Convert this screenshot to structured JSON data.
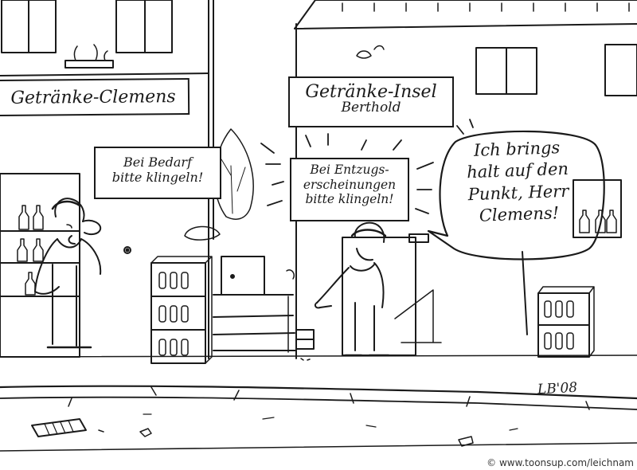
{
  "signs": {
    "clemens": "Getränke-Clemens",
    "insel_title": "Getränke-Insel",
    "insel_sub": "Berthold",
    "bedarf_line1": "Bei Bedarf",
    "bedarf_line2": "bitte klingeln!",
    "entzug_line1": "Bei Entzugs-",
    "entzug_line2": "erscheinungen",
    "entzug_line3": "bitte klingeln!"
  },
  "speech": {
    "line1": "Ich brings",
    "line2": "halt auf den",
    "line3": "Punkt, Herr",
    "line4": "Clemens!"
  },
  "signature": "LB'08",
  "copyright": "© www.toonsup.com/leichnam"
}
